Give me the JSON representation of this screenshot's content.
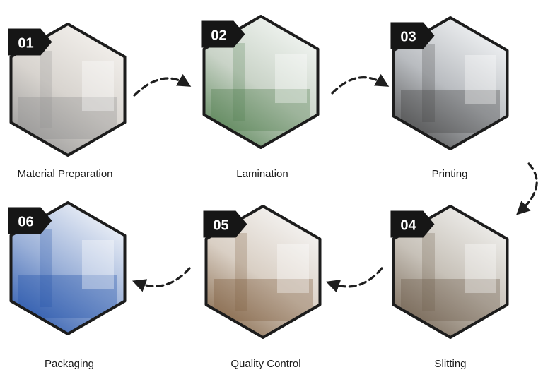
{
  "steps": [
    {
      "number": "01",
      "label": "Material Preparation",
      "photo": "material-preparation-photo",
      "colors": [
        "#8e8e8e",
        "#d8d4cf",
        "#f1eeea"
      ]
    },
    {
      "number": "02",
      "label": "Lamination",
      "photo": "lamination-photo",
      "colors": [
        "#4c7b4a",
        "#c9d3c7",
        "#eef2ee"
      ]
    },
    {
      "number": "03",
      "label": "Printing",
      "photo": "printing-photo",
      "colors": [
        "#434343",
        "#b9bcc0",
        "#eceef0"
      ]
    },
    {
      "number": "04",
      "label": "Slitting",
      "photo": "slitting-photo",
      "colors": [
        "#6b5a48",
        "#c7c1b8",
        "#ecebe8"
      ]
    },
    {
      "number": "05",
      "label": "Quality Control",
      "photo": "quality-control-photo",
      "colors": [
        "#7a5a3a",
        "#d9cfc4",
        "#f3f1ef"
      ]
    },
    {
      "number": "06",
      "label": "Packaging",
      "photo": "packaging-photo",
      "colors": [
        "#1f4fa8",
        "#9ab0d8",
        "#e7ecf5"
      ]
    }
  ],
  "colors": {
    "hex_border": "#1c1c1c",
    "badge_fill": "#161616",
    "badge_text": "#ffffff",
    "arrow": "#1e1e1e",
    "label_text": "#1a1a1a"
  }
}
